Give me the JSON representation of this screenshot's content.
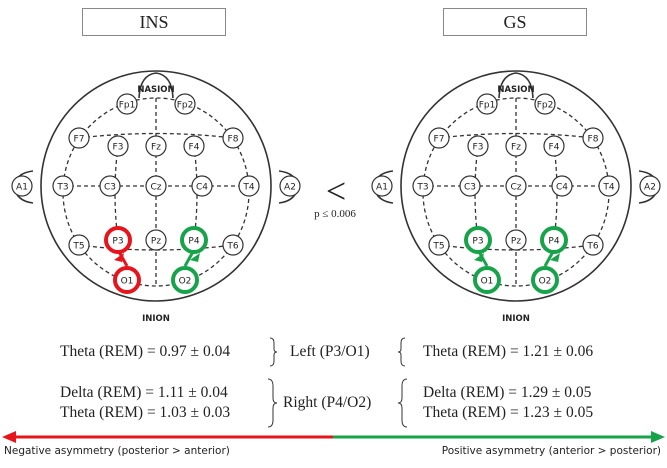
{
  "titles": {
    "left": "INS",
    "right": "GS"
  },
  "comparison": {
    "symbol": "<",
    "p_value": "p ≤ 0.006"
  },
  "map": {
    "nasion": "NASION",
    "inion": "INION",
    "electrodes": [
      "Fp1",
      "Fp2",
      "F7",
      "F3",
      "Fz",
      "F4",
      "F8",
      "A1",
      "T3",
      "C3",
      "Cz",
      "C4",
      "T4",
      "A2",
      "T5",
      "P3",
      "Pz",
      "P4",
      "T6",
      "O1",
      "O2"
    ]
  },
  "highlight": {
    "ins": {
      "left_pair": "P3/O1",
      "left_color": "#e8141c",
      "right_pair": "P4/O2",
      "right_color": "#17a34a"
    },
    "gs": {
      "left_pair": "P3/O1",
      "left_color": "#17a34a",
      "right_pair": "P4/O2",
      "right_color": "#17a34a"
    }
  },
  "results": {
    "left_group": "Left (P3/O1)",
    "right_group": "Right (P4/O2)",
    "ins_left": [
      "Theta (REM) = 0.97 ± 0.04"
    ],
    "gs_left": [
      "Theta (REM) = 1.21 ± 0.06"
    ],
    "ins_right": [
      "Delta (REM) = 1.11 ± 0.04",
      "Theta (REM) = 1.03 ± 0.03"
    ],
    "gs_right": [
      "Delta (REM) = 1.29 ± 0.05",
      "Theta (REM) = 1.23 ± 0.05"
    ]
  },
  "axis": {
    "negative_label": "Negative asymmetry (posterior > anterior)",
    "positive_label": "Positive asymmetry (anterior > posterior)",
    "negative_color": "#e8141c",
    "positive_color": "#17a34a"
  }
}
